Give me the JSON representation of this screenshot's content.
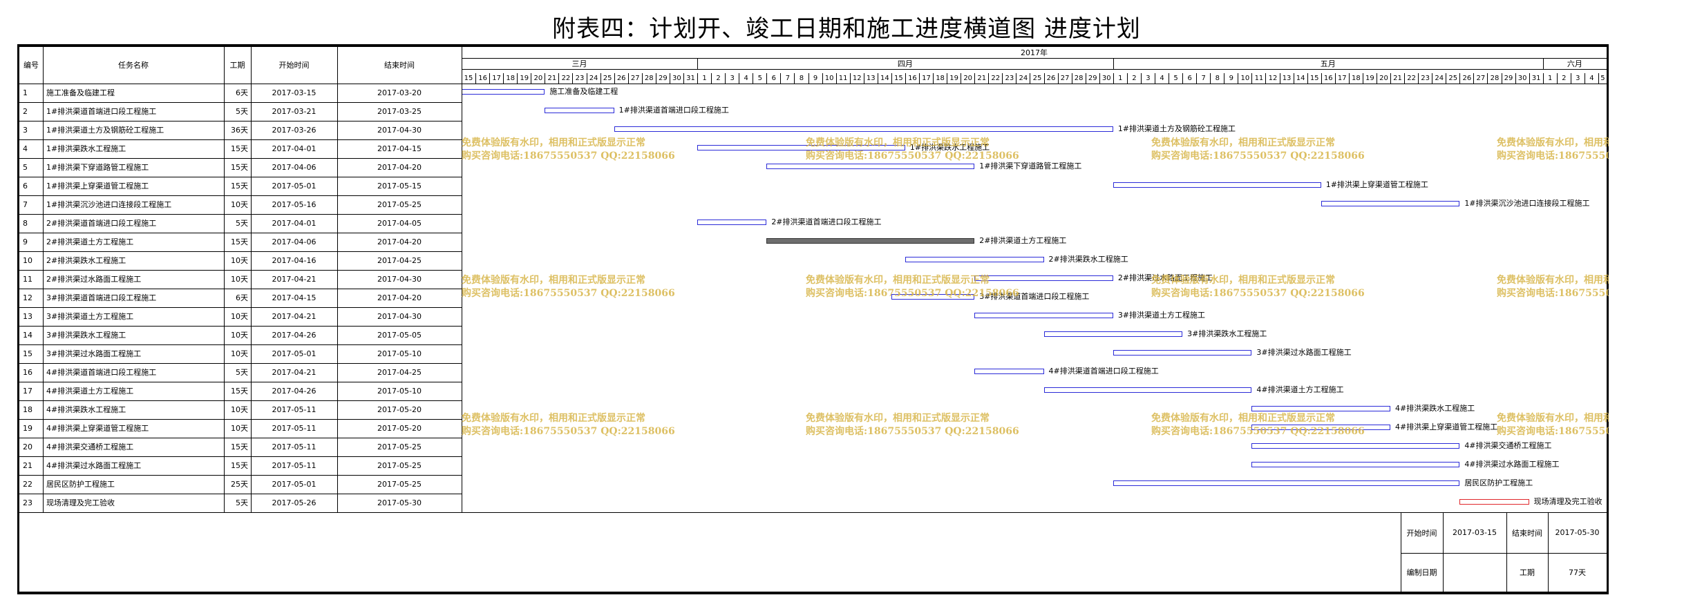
{
  "title": "附表四：计划开、竣工日期和施工进度横道图  进度计划",
  "colors": {
    "bar": "#2a2ad8",
    "critical_bar": "#6e6e6e",
    "final_bar": "#e0262a",
    "watermark": "#d8b64a"
  },
  "headers": {
    "num": "编号",
    "name": "任务名称",
    "duration": "工期",
    "start": "开始时间",
    "end": "结束时间"
  },
  "timeline": {
    "year": "2017年",
    "months": [
      {
        "label": "三月",
        "days": [
          "15",
          "16",
          "17",
          "18",
          "19",
          "20",
          "21",
          "22",
          "23",
          "24",
          "25",
          "26",
          "27",
          "28",
          "29",
          "30",
          "31"
        ]
      },
      {
        "label": "四月",
        "days": [
          "1",
          "2",
          "3",
          "4",
          "5",
          "6",
          "7",
          "8",
          "9",
          "10",
          "11",
          "12",
          "13",
          "14",
          "15",
          "16",
          "17",
          "18",
          "19",
          "20",
          "21",
          "22",
          "23",
          "24",
          "25",
          "26",
          "27",
          "28",
          "29",
          "30"
        ]
      },
      {
        "label": "五月",
        "days": [
          "1",
          "2",
          "3",
          "4",
          "5",
          "6",
          "7",
          "8",
          "9",
          "10",
          "11",
          "12",
          "13",
          "14",
          "15",
          "16",
          "17",
          "18",
          "19",
          "20",
          "21",
          "22",
          "23",
          "24",
          "25",
          "26",
          "27",
          "28",
          "29",
          "30",
          "31"
        ]
      },
      {
        "label": "六月",
        "days": [
          "1",
          "2",
          "3",
          "4",
          "5"
        ]
      }
    ]
  },
  "tasks": [
    {
      "num": "1",
      "name": "施工准备及临建工程",
      "duration": "6天",
      "start": "2017-03-15",
      "end": "2017-03-20",
      "s": 0,
      "d": 6,
      "type": "normal"
    },
    {
      "num": "2",
      "name": "1#排洪渠道首端进口段工程施工",
      "duration": "5天",
      "start": "2017-03-21",
      "end": "2017-03-25",
      "s": 6,
      "d": 5,
      "type": "normal"
    },
    {
      "num": "3",
      "name": "1#排洪渠道土方及钢筋砼工程施工",
      "duration": "36天",
      "start": "2017-03-26",
      "end": "2017-04-30",
      "s": 11,
      "d": 36,
      "type": "normal"
    },
    {
      "num": "4",
      "name": "1#排洪渠跌水工程施工",
      "duration": "15天",
      "start": "2017-04-01",
      "end": "2017-04-15",
      "s": 17,
      "d": 15,
      "type": "normal"
    },
    {
      "num": "5",
      "name": "1#排洪渠下穿道路管工程施工",
      "duration": "15天",
      "start": "2017-04-06",
      "end": "2017-04-20",
      "s": 22,
      "d": 15,
      "type": "normal"
    },
    {
      "num": "6",
      "name": "1#排洪渠上穿渠道管工程施工",
      "duration": "15天",
      "start": "2017-05-01",
      "end": "2017-05-15",
      "s": 47,
      "d": 15,
      "type": "normal"
    },
    {
      "num": "7",
      "name": "1#排洪渠沉沙池进口连接段工程施工",
      "duration": "10天",
      "start": "2017-05-16",
      "end": "2017-05-25",
      "s": 62,
      "d": 10,
      "type": "normal"
    },
    {
      "num": "8",
      "name": "2#排洪渠道首端进口段工程施工",
      "duration": "5天",
      "start": "2017-04-01",
      "end": "2017-04-05",
      "s": 17,
      "d": 5,
      "type": "normal"
    },
    {
      "num": "9",
      "name": "2#排洪渠道土方工程施工",
      "duration": "15天",
      "start": "2017-04-06",
      "end": "2017-04-20",
      "s": 22,
      "d": 15,
      "type": "crit"
    },
    {
      "num": "10",
      "name": "2#排洪渠跌水工程施工",
      "duration": "10天",
      "start": "2017-04-16",
      "end": "2017-04-25",
      "s": 32,
      "d": 10,
      "type": "normal"
    },
    {
      "num": "11",
      "name": "2#排洪渠过水路面工程施工",
      "duration": "10天",
      "start": "2017-04-21",
      "end": "2017-04-30",
      "s": 37,
      "d": 10,
      "type": "normal"
    },
    {
      "num": "12",
      "name": "3#排洪渠道首端进口段工程施工",
      "duration": "6天",
      "start": "2017-04-15",
      "end": "2017-04-20",
      "s": 31,
      "d": 6,
      "type": "normal"
    },
    {
      "num": "13",
      "name": "3#排洪渠道土方工程施工",
      "duration": "10天",
      "start": "2017-04-21",
      "end": "2017-04-30",
      "s": 37,
      "d": 10,
      "type": "normal"
    },
    {
      "num": "14",
      "name": "3#排洪渠跌水工程施工",
      "duration": "10天",
      "start": "2017-04-26",
      "end": "2017-05-05",
      "s": 42,
      "d": 10,
      "type": "normal"
    },
    {
      "num": "15",
      "name": "3#排洪渠过水路面工程施工",
      "duration": "10天",
      "start": "2017-05-01",
      "end": "2017-05-10",
      "s": 47,
      "d": 10,
      "type": "normal"
    },
    {
      "num": "16",
      "name": "4#排洪渠道首端进口段工程施工",
      "duration": "5天",
      "start": "2017-04-21",
      "end": "2017-04-25",
      "s": 37,
      "d": 5,
      "type": "normal"
    },
    {
      "num": "17",
      "name": "4#排洪渠道土方工程施工",
      "duration": "15天",
      "start": "2017-04-26",
      "end": "2017-05-10",
      "s": 42,
      "d": 15,
      "type": "normal"
    },
    {
      "num": "18",
      "name": "4#排洪渠跌水工程施工",
      "duration": "10天",
      "start": "2017-05-11",
      "end": "2017-05-20",
      "s": 57,
      "d": 10,
      "type": "normal"
    },
    {
      "num": "19",
      "name": "4#排洪渠上穿渠道管工程施工",
      "duration": "10天",
      "start": "2017-05-11",
      "end": "2017-05-20",
      "s": 57,
      "d": 10,
      "type": "normal"
    },
    {
      "num": "20",
      "name": "4#排洪渠交通桥工程施工",
      "duration": "15天",
      "start": "2017-05-11",
      "end": "2017-05-25",
      "s": 57,
      "d": 15,
      "type": "normal"
    },
    {
      "num": "21",
      "name": "4#排洪渠过水路面工程施工",
      "duration": "15天",
      "start": "2017-05-11",
      "end": "2017-05-25",
      "s": 57,
      "d": 15,
      "type": "normal"
    },
    {
      "num": "22",
      "name": "居民区防护工程施工",
      "duration": "25天",
      "start": "2017-05-01",
      "end": "2017-05-25",
      "s": 47,
      "d": 25,
      "type": "normal"
    },
    {
      "num": "23",
      "name": "现场清理及完工验收",
      "duration": "5天",
      "start": "2017-05-26",
      "end": "2017-05-30",
      "s": 72,
      "d": 5,
      "type": "done"
    }
  ],
  "footer": {
    "start_label": "开始时间",
    "start_value": "2017-03-15",
    "end_label": "结束时间",
    "end_value": "2017-05-30",
    "date_label": "编制日期",
    "date_value": "",
    "duration_label": "工期",
    "duration_value": "77天"
  },
  "watermark": {
    "line1": "免费体验版有水印，相用和正式版显示正常",
    "line2": "购买咨询电话:18675550537 QQ:22158066"
  }
}
